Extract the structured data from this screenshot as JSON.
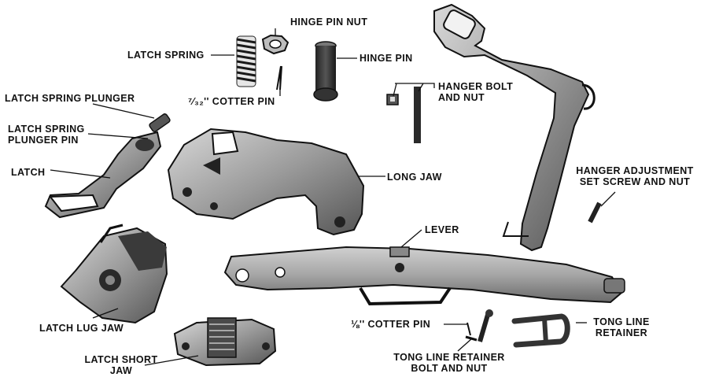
{
  "labels": {
    "hinge_pin_nut": "HINGE PIN NUT",
    "latch_spring": "LATCH SPRING",
    "hinge_pin": "HINGE PIN",
    "cotter_pin_small": "⁷⁄₃₂'' COTTER PIN",
    "hanger_bolt_line1": "HANGER BOLT",
    "hanger_bolt_line2": "AND NUT",
    "latch_spring_plunger": "LATCH SPRING PLUNGER",
    "plunger_pin_line1": "LATCH SPRING",
    "plunger_pin_line2": "PLUNGER PIN",
    "latch": "LATCH",
    "long_jaw": "LONG JAW",
    "hanger_adj_line1": "HANGER ADJUSTMENT",
    "hanger_adj_line2": "SET SCREW AND NUT",
    "lever": "LEVER",
    "latch_lug_jaw": "LATCH LUG JAW",
    "cotter_pin_large": "⅛'' COTTER PIN",
    "tong_line_retainer_line1": "TONG LINE",
    "tong_line_retainer_line2": "RETAINER",
    "tong_bolt_line1": "TONG LINE RETAINER",
    "tong_bolt_line2": "BOLT AND NUT",
    "latch_short_jaw_line1": "LATCH SHORT",
    "latch_short_jaw_line2": "JAW"
  },
  "colors": {
    "metal_dark": "#3a3a3a",
    "metal_mid": "#8a8a8a",
    "metal_light": "#c9c9c9",
    "ink": "#111111"
  }
}
